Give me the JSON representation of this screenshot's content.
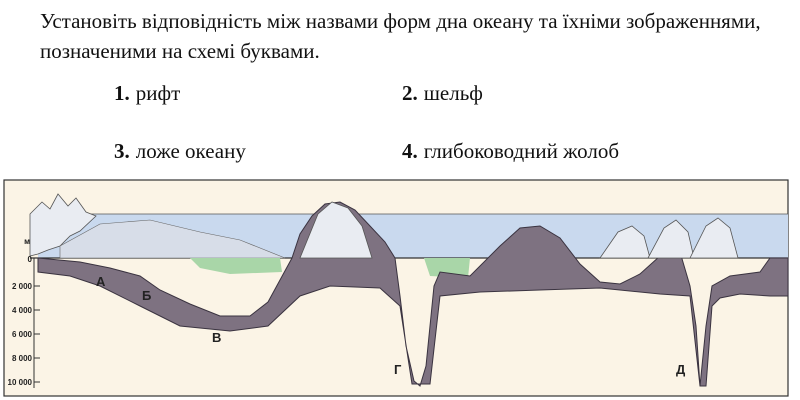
{
  "question": "Установіть відповідність між назвами форм дна океану та їхніми зображеннями, позначеними на схемі буквами.",
  "options": [
    {
      "num": "1.",
      "text": "рифт"
    },
    {
      "num": "2.",
      "text": "шельф"
    },
    {
      "num": "3.",
      "text": "ложе океану"
    },
    {
      "num": "4.",
      "text": "глибоководний жолоб"
    }
  ],
  "diagram": {
    "unit_label": "м",
    "depth_labels": [
      "0",
      "2 000",
      "4 000",
      "6 000",
      "8 000",
      "10 000"
    ],
    "letters": [
      "А",
      "Б",
      "В",
      "Г",
      "Д"
    ],
    "colors": {
      "water": "#c9d9ee",
      "sediment": "#fbf4e6",
      "seafloor": "#7e7281",
      "shelf": "#a9d6a8",
      "mountains": "#e9ecf2"
    }
  }
}
